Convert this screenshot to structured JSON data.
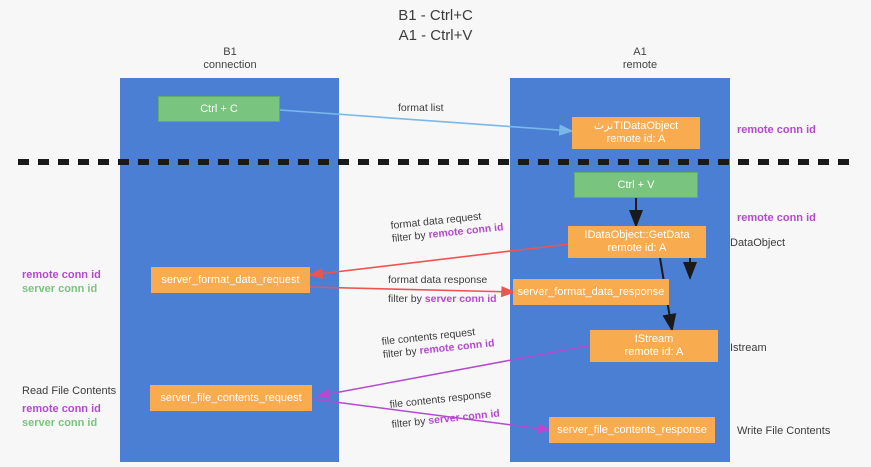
{
  "title": {
    "line1": "B1 - Ctrl+C",
    "line2": "A1 - Ctrl+V"
  },
  "lanes": [
    {
      "id": "b1",
      "name": "B1",
      "sub": "connection"
    },
    {
      "id": "a1",
      "name": "A1",
      "sub": "remote"
    }
  ],
  "colors": {
    "lane": "#4a7fd4",
    "green_box": "#79c47e",
    "orange_box": "#f9ab50",
    "remote_conn_id": "#b44ad0",
    "server_conn_id": "#79c47e",
    "arrow_format_list": "#7ab8e8",
    "arrow_format_data": "#ef5350",
    "arrow_file_contents": "#b44ad0",
    "arrow_vertical": "#1a1a1a",
    "divider": "#1a1a1a",
    "background": "#f7f7f7"
  },
  "boxes": {
    "ctrl_c": {
      "label": "Ctrl + C"
    },
    "ole_dataobject": {
      "line1": "نزٺTIDataObject",
      "line2": "remote id: A"
    },
    "ctrl_v": {
      "label": "Ctrl + V"
    },
    "getdata": {
      "line1": "IDataObject::GetData",
      "line2": "remote id: A"
    },
    "server_format_data_request": {
      "label": "server_format_data_request"
    },
    "server_format_data_response": {
      "label": "server_format_data_response"
    },
    "istream": {
      "line1": "IStream",
      "line2": "remote id: A"
    },
    "server_file_contents_request": {
      "label": "server_file_contents_request"
    },
    "server_file_contents_response": {
      "label": "server_file_contents_response"
    }
  },
  "arrow_labels": {
    "format_list": {
      "text": "format list"
    },
    "format_data_request": {
      "line1": "format data request",
      "line2_prefix": "filter by ",
      "line2_key": "remote conn id"
    },
    "format_data_response": {
      "line1": "format data response",
      "line2_prefix": "filter by ",
      "line2_key": "server conn id"
    },
    "file_contents_request": {
      "line1": "file contents request",
      "line2_prefix": "filter by ",
      "line2_key": "remote conn id"
    },
    "file_contents_response": {
      "line1": "file contents response",
      "line2_prefix": "filter by ",
      "line2_key": "server conn id"
    }
  },
  "left_labels": {
    "group_mid": {
      "remote": "remote conn id",
      "server": "server conn id"
    },
    "read_file_contents": "Read File Contents",
    "group_bottom": {
      "remote": "remote conn id",
      "server": "server conn id"
    }
  },
  "right_labels": {
    "top_remote": "remote conn id",
    "mid_remote": "remote conn id",
    "dataobject": "DataObject",
    "istream": "Istream",
    "write_file_contents": "Write File Contents"
  }
}
